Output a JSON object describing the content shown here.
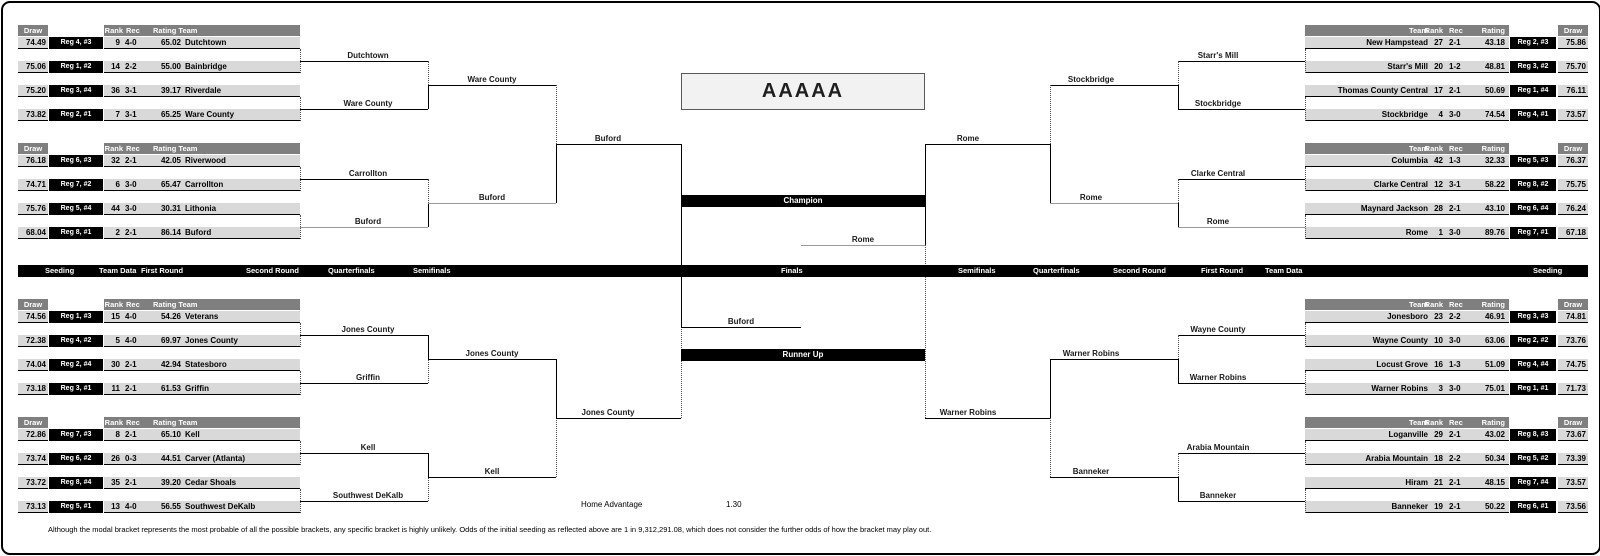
{
  "title": "AAAAA",
  "left_header": {
    "draw": "Draw",
    "rank": "Rank",
    "rec": "Rec",
    "rating_team": "Rating Team"
  },
  "right_header": {
    "team": "Team",
    "rank": "Rank",
    "rec": "Rec",
    "rating": "Rating",
    "draw": "Draw"
  },
  "left_groups": [
    {
      "teams": [
        {
          "draw": "74.49",
          "region": "Reg 4, #3",
          "rank": "9",
          "rec": "4-0",
          "rating": "65.02",
          "team": "Dutchtown"
        },
        {
          "draw": "75.06",
          "region": "Reg 1, #2",
          "rank": "14",
          "rec": "2-2",
          "rating": "55.00",
          "team": "Bainbridge"
        },
        {
          "draw": "75.20",
          "region": "Reg 3, #4",
          "rank": "36",
          "rec": "3-1",
          "rating": "39.17",
          "team": "Riverdale"
        },
        {
          "draw": "73.82",
          "region": "Reg 2, #1",
          "rank": "7",
          "rec": "3-1",
          "rating": "65.25",
          "team": "Ware County"
        }
      ]
    },
    {
      "teams": [
        {
          "draw": "76.18",
          "region": "Reg 6, #3",
          "rank": "32",
          "rec": "2-1",
          "rating": "42.05",
          "team": "Riverwood"
        },
        {
          "draw": "74.71",
          "region": "Reg 7, #2",
          "rank": "6",
          "rec": "3-0",
          "rating": "65.47",
          "team": "Carrollton"
        },
        {
          "draw": "75.76",
          "region": "Reg 5, #4",
          "rank": "44",
          "rec": "3-0",
          "rating": "30.31",
          "team": "Lithonia"
        },
        {
          "draw": "68.04",
          "region": "Reg 8, #1",
          "rank": "2",
          "rec": "2-1",
          "rating": "86.14",
          "team": "Buford"
        }
      ]
    },
    {
      "teams": [
        {
          "draw": "74.56",
          "region": "Reg 1, #3",
          "rank": "15",
          "rec": "4-0",
          "rating": "54.26",
          "team": "Veterans"
        },
        {
          "draw": "72.38",
          "region": "Reg 4, #2",
          "rank": "5",
          "rec": "4-0",
          "rating": "69.97",
          "team": "Jones County"
        },
        {
          "draw": "74.04",
          "region": "Reg 2, #4",
          "rank": "30",
          "rec": "2-1",
          "rating": "42.94",
          "team": "Statesboro"
        },
        {
          "draw": "73.18",
          "region": "Reg 3, #1",
          "rank": "11",
          "rec": "2-1",
          "rating": "61.53",
          "team": "Griffin"
        }
      ]
    },
    {
      "teams": [
        {
          "draw": "72.86",
          "region": "Reg 7, #3",
          "rank": "8",
          "rec": "2-1",
          "rating": "65.10",
          "team": "Kell"
        },
        {
          "draw": "73.74",
          "region": "Reg 6, #2",
          "rank": "26",
          "rec": "0-3",
          "rating": "44.51",
          "team": "Carver (Atlanta)"
        },
        {
          "draw": "73.72",
          "region": "Reg 8, #4",
          "rank": "35",
          "rec": "2-1",
          "rating": "39.20",
          "team": "Cedar Shoals"
        },
        {
          "draw": "73.13",
          "region": "Reg 5, #1",
          "rank": "13",
          "rec": "4-0",
          "rating": "56.55",
          "team": "Southwest DeKalb"
        }
      ]
    }
  ],
  "right_groups": [
    {
      "teams": [
        {
          "team": "New Hampstead",
          "rank": "27",
          "rec": "2-1",
          "rating": "43.18",
          "region": "Reg 2, #3",
          "draw": "75.86"
        },
        {
          "team": "Starr's Mill",
          "rank": "20",
          "rec": "1-2",
          "rating": "48.81",
          "region": "Reg 3, #2",
          "draw": "75.70"
        },
        {
          "team": "Thomas County Central",
          "rank": "17",
          "rec": "2-1",
          "rating": "50.69",
          "region": "Reg 1, #4",
          "draw": "76.11"
        },
        {
          "team": "Stockbridge",
          "rank": "4",
          "rec": "3-0",
          "rating": "74.54",
          "region": "Reg 4, #1",
          "draw": "73.57"
        }
      ]
    },
    {
      "teams": [
        {
          "team": "Columbia",
          "rank": "42",
          "rec": "1-3",
          "rating": "32.33",
          "region": "Reg 5, #3",
          "draw": "76.37"
        },
        {
          "team": "Clarke Central",
          "rank": "12",
          "rec": "3-1",
          "rating": "58.22",
          "region": "Reg 8, #2",
          "draw": "75.75"
        },
        {
          "team": "Maynard Jackson",
          "rank": "28",
          "rec": "2-1",
          "rating": "43.10",
          "region": "Reg 6, #4",
          "draw": "76.24"
        },
        {
          "team": "Rome",
          "rank": "1",
          "rec": "3-0",
          "rating": "89.76",
          "region": "Reg 7, #1",
          "draw": "67.18"
        }
      ]
    },
    {
      "teams": [
        {
          "team": "Jonesboro",
          "rank": "23",
          "rec": "2-2",
          "rating": "46.91",
          "region": "Reg 3, #3",
          "draw": "74.81"
        },
        {
          "team": "Wayne County",
          "rank": "10",
          "rec": "3-0",
          "rating": "63.06",
          "region": "Reg 2, #2",
          "draw": "73.76"
        },
        {
          "team": "Locust Grove",
          "rank": "16",
          "rec": "1-3",
          "rating": "51.09",
          "region": "Reg 4, #4",
          "draw": "74.75"
        },
        {
          "team": "Warner Robins",
          "rank": "3",
          "rec": "3-0",
          "rating": "75.01",
          "region": "Reg 1, #1",
          "draw": "71.73"
        }
      ]
    },
    {
      "teams": [
        {
          "team": "Loganville",
          "rank": "29",
          "rec": "2-1",
          "rating": "43.02",
          "region": "Reg 8, #3",
          "draw": "73.67"
        },
        {
          "team": "Arabia Mountain",
          "rank": "18",
          "rec": "2-2",
          "rating": "50.34",
          "region": "Reg 5, #2",
          "draw": "73.39"
        },
        {
          "team": "Hiram",
          "rank": "21",
          "rec": "2-1",
          "rating": "48.15",
          "region": "Reg 7, #4",
          "draw": "73.57"
        },
        {
          "team": "Banneker",
          "rank": "19",
          "rec": "2-1",
          "rating": "50.22",
          "region": "Reg 6, #1",
          "draw": "73.56"
        }
      ]
    }
  ],
  "left_advancers": {
    "second_round": [
      "Dutchtown",
      "Ware County",
      "Carrollton",
      "Buford",
      "Jones County",
      "Griffin",
      "Kell",
      "Southwest DeKalb"
    ],
    "quarterfinals": [
      "Ware County",
      "Buford",
      "Jones County",
      "Kell"
    ],
    "semifinals": [
      "Buford",
      "Jones County"
    ],
    "finals": "Buford"
  },
  "right_advancers": {
    "second_round": [
      "Starr's Mill",
      "Stockbridge",
      "Clarke Central",
      "Rome",
      "Wayne County",
      "Warner Robins",
      "Arabia Mountain",
      "Banneker"
    ],
    "quarterfinals": [
      "Stockbridge",
      "Rome",
      "Warner Robins",
      "Banneker"
    ],
    "semifinals": [
      "Rome",
      "Warner Robins"
    ],
    "finals": "Rome"
  },
  "finals": {
    "champion_label": "Champion",
    "runner_up_label": "Runner Up"
  },
  "round_bar": {
    "labels": [
      "Seeding",
      "Team Data",
      "First Round",
      "Second Round",
      "Quarterfinals",
      "Semifinals",
      "Finals",
      "Semifinals",
      "Quarterfinals",
      "Second Round",
      "First Round",
      "Team Data",
      "Seeding"
    ]
  },
  "home_advantage": {
    "label": "Home Advantage",
    "value": "1.30"
  },
  "footnote": "Although the modal bracket represents the most probable of all the possible brackets, any specific bracket is highly unlikely.  Odds of the initial seeding as reflected above are 1 in 9,312,291.08, which does not consider the further odds of how the bracket may play out."
}
